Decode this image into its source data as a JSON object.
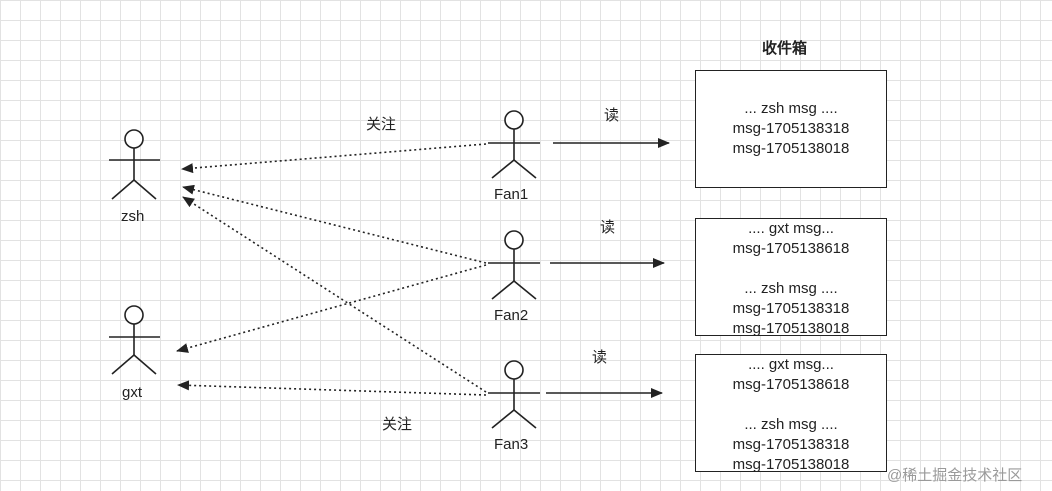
{
  "inbox": {
    "title": "收件箱",
    "boxes": [
      {
        "lines": [
          "",
          "... zsh msg ....",
          "msg-1705138318",
          "msg-1705138018",
          ""
        ]
      },
      {
        "lines": [
          ".... gxt msg...",
          "msg-1705138618",
          "",
          "... zsh msg ....",
          "msg-1705138318",
          "msg-1705138018"
        ]
      },
      {
        "lines": [
          ".... gxt msg...",
          "msg-1705138618",
          "",
          "... zsh msg ....",
          "msg-1705138318",
          "msg-1705138018"
        ]
      }
    ]
  },
  "actors": {
    "zsh": "zsh",
    "gxt": "gxt",
    "fan1": "Fan1",
    "fan2": "Fan2",
    "fan3": "Fan3"
  },
  "edges": {
    "follow_top": "关注",
    "follow_bottom": "关注",
    "read_1": "读",
    "read_2": "读",
    "read_3": "读"
  },
  "watermark": "@稀土掘金技术社区"
}
